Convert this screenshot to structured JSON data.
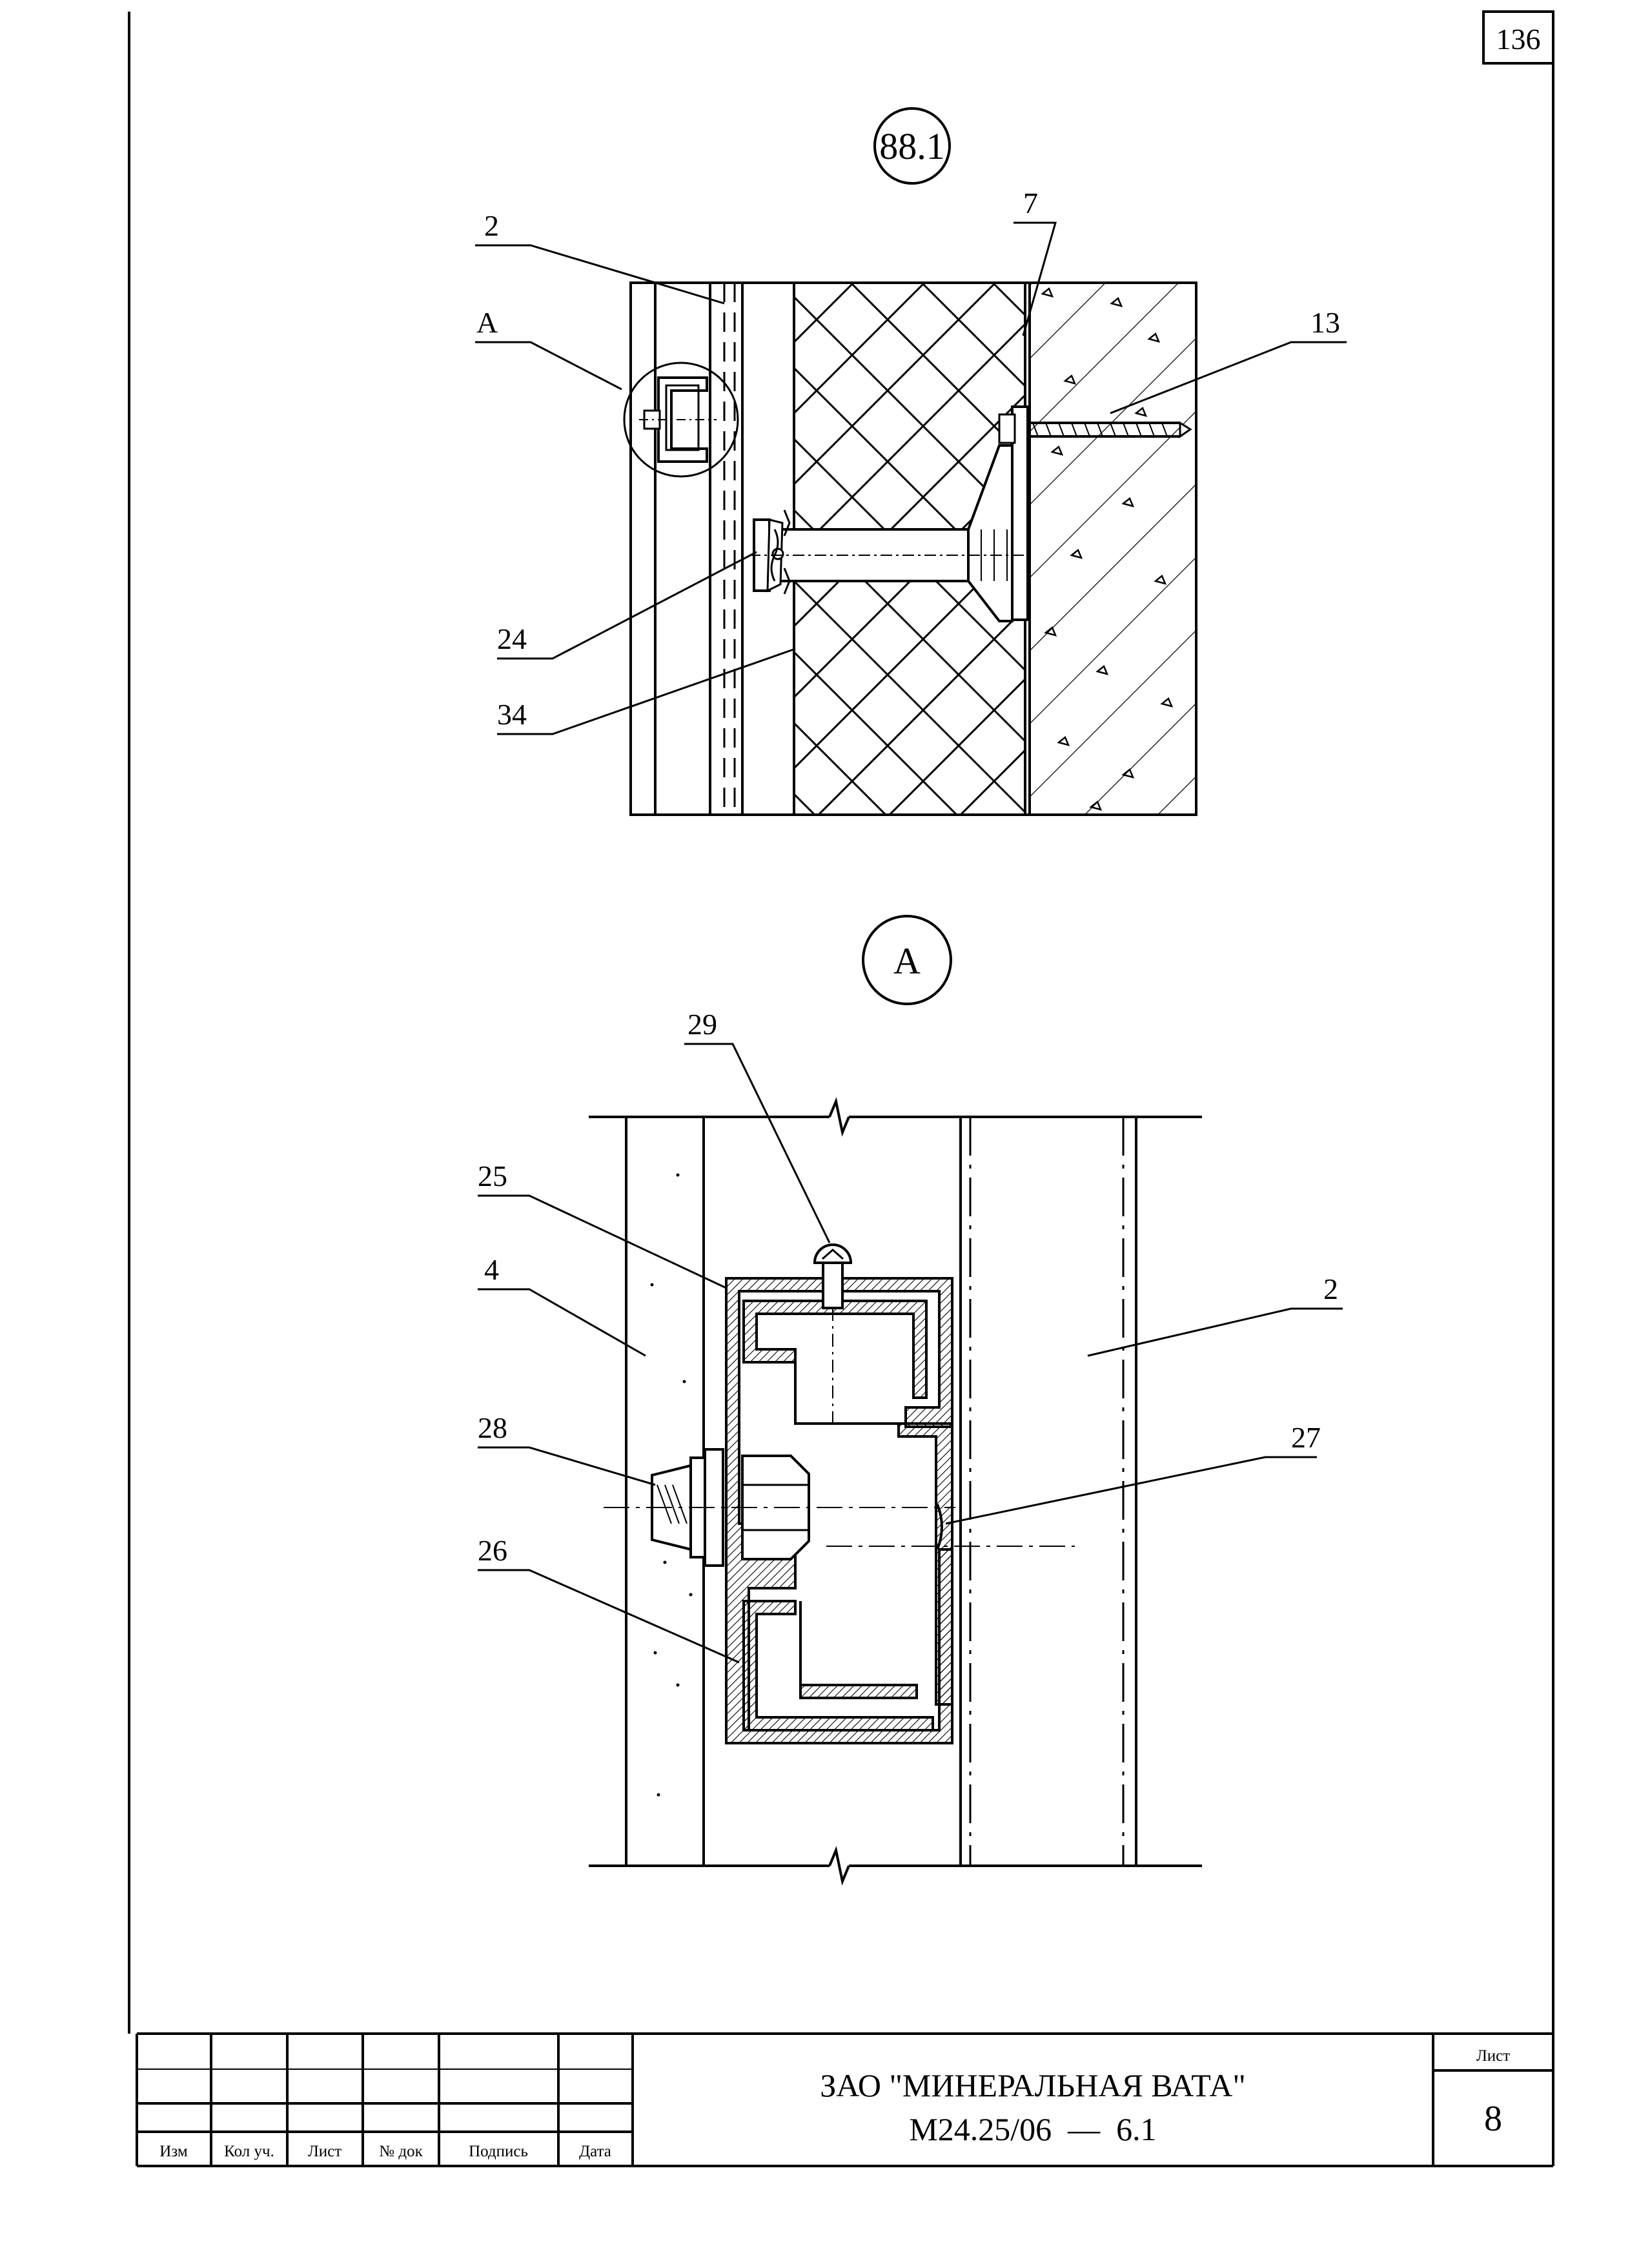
{
  "page_number": "136",
  "views": {
    "section": {
      "mark": "88.1"
    },
    "detail": {
      "mark": "A"
    }
  },
  "callouts": {
    "top": {
      "c2": "2",
      "cA": "A",
      "c7": "7",
      "c13": "13",
      "c24": "24",
      "c34": "34"
    },
    "detail": {
      "c29": "29",
      "c25": "25",
      "c4": "4",
      "c2": "2",
      "c28": "28",
      "c27": "27",
      "c26": "26"
    }
  },
  "title_block": {
    "columns": [
      "Изм",
      "Кол уч.",
      "Лист",
      "№ док",
      "Подпись",
      "Дата"
    ],
    "organization": "ЗАО \"МИНЕРАЛЬНАЯ ВАТА\"",
    "document_code": "М24.25/06  —  6.1",
    "sheet_label": "Лист",
    "sheet_number": "8"
  }
}
